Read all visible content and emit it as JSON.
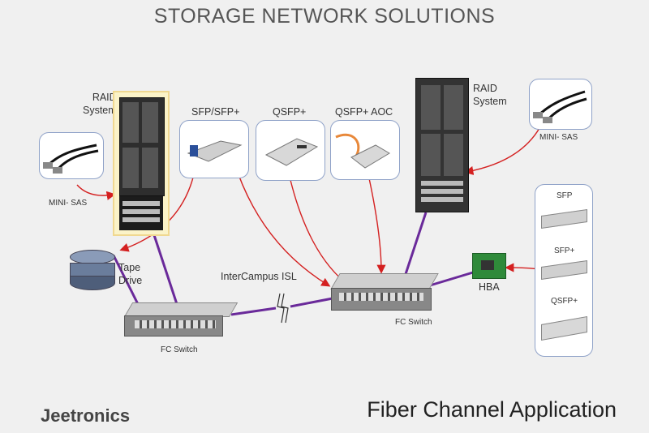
{
  "title": "STORAGE NETWORK SOLUTIONS",
  "footer_title": "Fiber Channel Application",
  "brand": "Jeetronics",
  "left_raid_label": [
    "RAID",
    "System"
  ],
  "right_raid_label": [
    "RAID",
    "System"
  ],
  "mini_sas_left": "MINI- SAS",
  "mini_sas_right": "MINI- SAS",
  "sfp_box_label": "SFP/SFP+",
  "qsfp_box_label": "QSFP+",
  "qsfp_aoc_label": "QSFP+ AOC",
  "tape_label": [
    "Tape",
    "Drive"
  ],
  "isl_label": "InterCampus ISL",
  "fc_switch_left": "FC Switch",
  "fc_switch_center": "FC Switch",
  "hba_label": "HBA",
  "right_panel": [
    "SFP",
    "SFP+",
    "QSFP+"
  ],
  "colors": {
    "link": "#6a2a9a",
    "arrow": "#d42020",
    "box_border": "#8fa2c8"
  }
}
